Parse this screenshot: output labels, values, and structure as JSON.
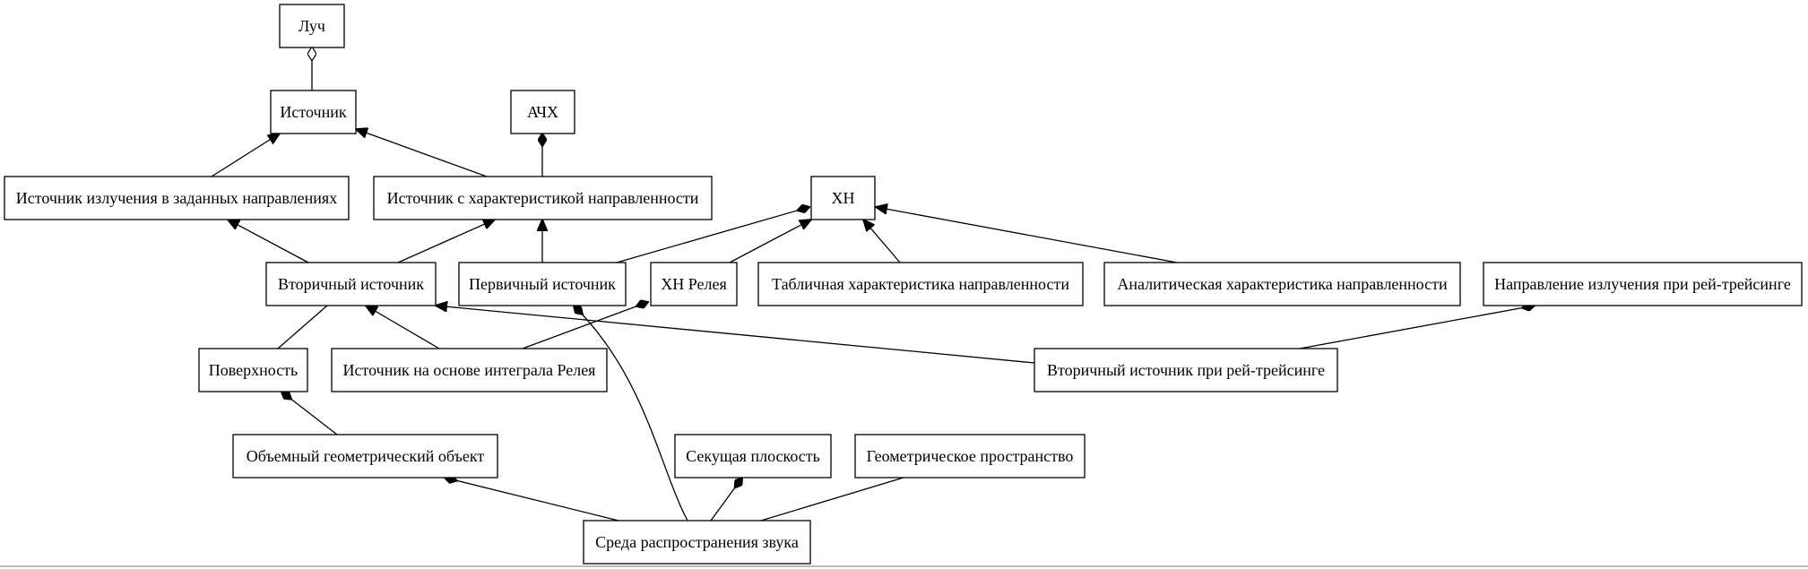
{
  "diagram": {
    "title": "",
    "nodes": {
      "luch": "Луч",
      "istochnik": "Источник",
      "achkh": "АЧХ",
      "ist_izluch": "Источник излучения в заданных направлениях",
      "ist_kharakt": "Источник с характеристикой направленности",
      "xn": "ХН",
      "vtorichny": "Вторичный источник",
      "pervichny": "Первичный источник",
      "xn_releya": "ХН Релея",
      "tablichnaya": "Табличная характеристика направленности",
      "analiticheskaya": "Аналитическая характеристика направленности",
      "napravlenie": "Направление излучения при рей-трейсинге",
      "poverkhnost": "Поверхность",
      "ist_integral": "Источник на основе интеграла Релея",
      "vtorichny_rt": "Вторичный источник при рей-трейсинге",
      "obyemny": "Объемный геометрический объект",
      "sekushaya": "Секущая плоскость",
      "geom_prostranstvo": "Геометрическое пространство",
      "sreda": "Среда распространения звука"
    }
  }
}
